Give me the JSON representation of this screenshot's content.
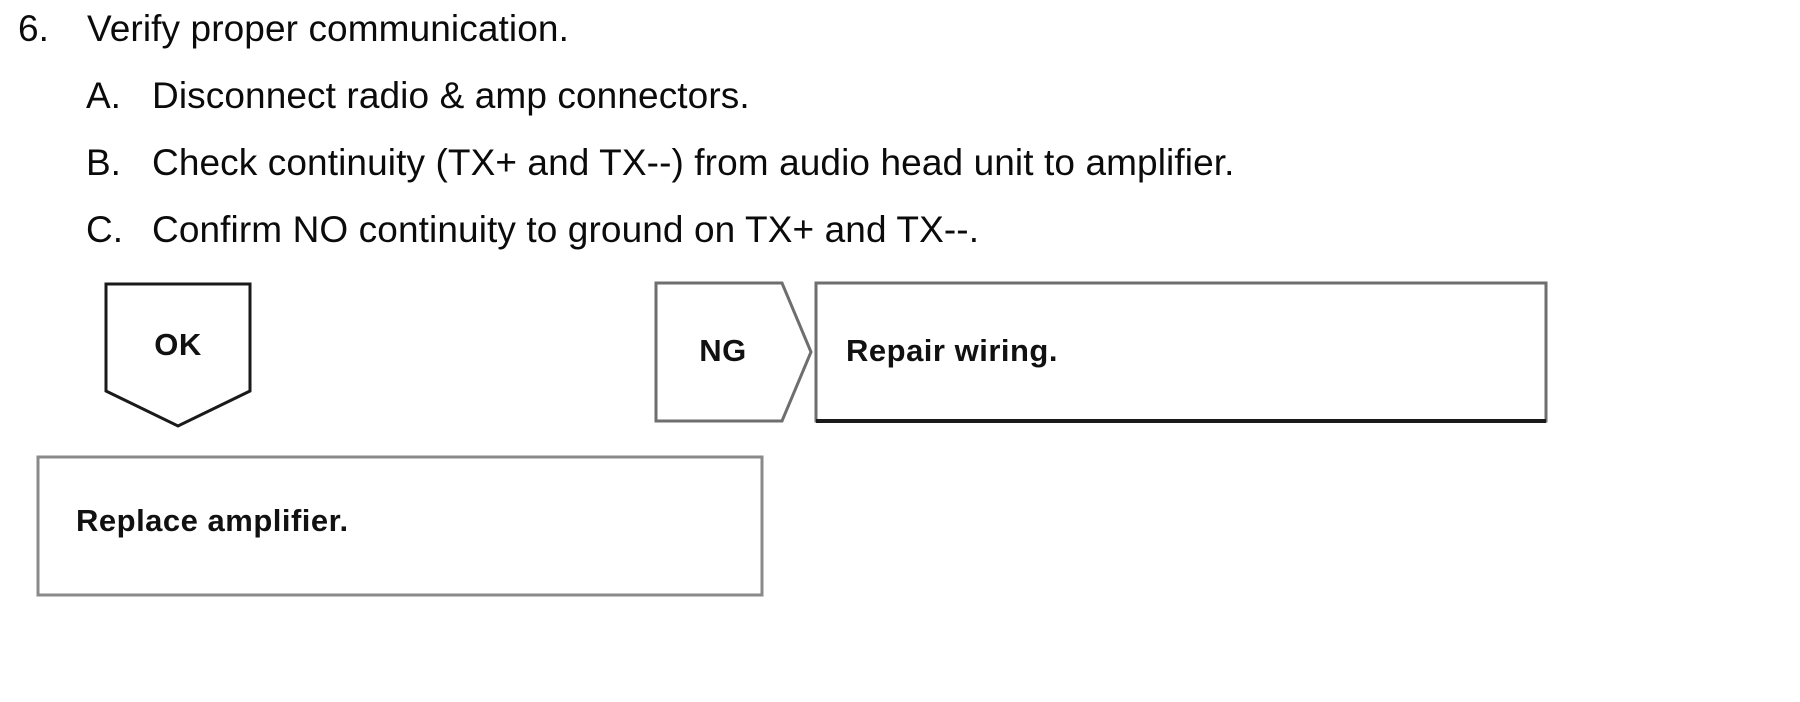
{
  "document": {
    "step": {
      "number": "6.",
      "title": "Verify proper communication."
    },
    "substeps": [
      {
        "marker": "A.",
        "text": "Disconnect radio & amp connectors."
      },
      {
        "marker": "B.",
        "text": "Check continuity (TX+ and TX--) from audio head unit to amplifier."
      },
      {
        "marker": "C.",
        "text": "Confirm NO continuity to ground on TX+ and TX--."
      }
    ],
    "flowchart": {
      "type": "decision-outcome",
      "nodes": [
        {
          "id": "ok",
          "shape": "pentagon-down",
          "label": "OK",
          "border_color": "#1a1a1a",
          "fill_color": "#ffffff"
        },
        {
          "id": "ng",
          "shape": "pentagon-right",
          "label": "NG",
          "border_color": "#6e6e6e",
          "fill_color": "#ffffff"
        },
        {
          "id": "repair",
          "shape": "rectangle",
          "label": "Repair wiring.",
          "border_color": "#6e6e6e",
          "fill_color": "#ffffff"
        },
        {
          "id": "replace",
          "shape": "rectangle",
          "label": "Replace amplifier.",
          "border_color": "#8a8a8a",
          "fill_color": "#ffffff"
        }
      ]
    }
  }
}
